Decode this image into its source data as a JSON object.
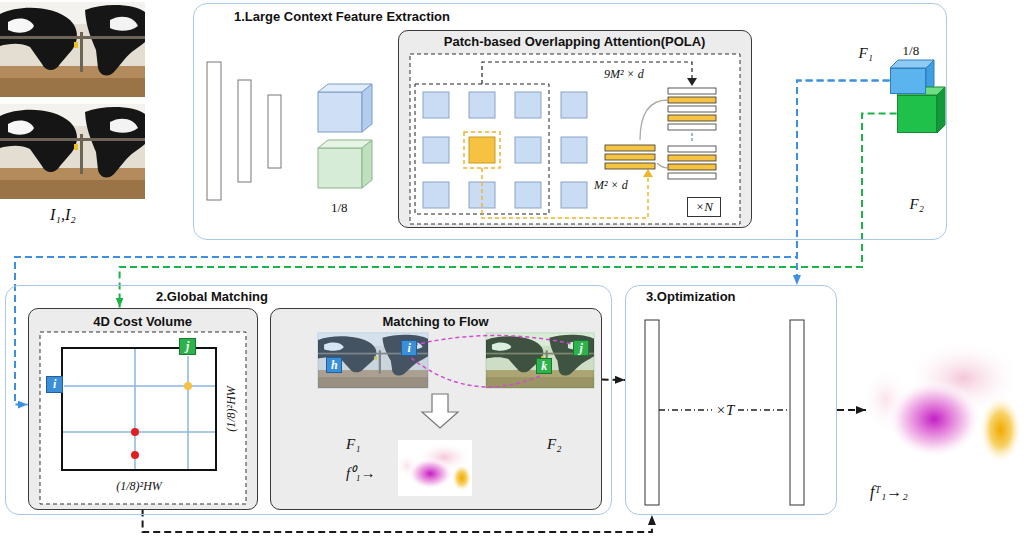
{
  "diagram": {
    "nodes": [
      {
        "text": [
          "1.Large Context Feature Extraction"
        ]
      },
      {
        "text": [
          "Patch-based Overlapping Attention(POLA)"
        ],
        "in": 0
      },
      {
        "text": [
          "×N"
        ],
        "in": 1
      },
      {
        "text": [
          "F₁",
          "1/8"
        ],
        "in": 0
      },
      {
        "text": [
          "F₂"
        ],
        "in": 0
      },
      {
        "text": [
          "2.Global Matching"
        ]
      },
      {
        "text": [
          "4D Cost Volume"
        ],
        "in": 5
      },
      {
        "text": [
          "i"
        ],
        "in": 6
      },
      {
        "text": [
          "j"
        ],
        "in": 6
      },
      {
        "text": [
          "Matching to Flow"
        ],
        "in": 5
      },
      {
        "text": [
          "h"
        ],
        "in": 9
      },
      {
        "text": [
          "i"
        ],
        "in": 9
      },
      {
        "text": [
          "k"
        ],
        "in": 9
      },
      {
        "text": [
          "j"
        ],
        "in": 9
      },
      {
        "text": [
          "3.Optimization"
        ]
      },
      {
        "text": [
          "fᵀ₁→₂"
        ]
      }
    ],
    "edges": [
      {
        "from": 3,
        "to": 6,
        "arrow": "to"
      },
      {
        "from": 4,
        "to": 6,
        "arrow": "to"
      },
      {
        "from": 3,
        "to": 14,
        "arrow": "to"
      },
      {
        "from": 9,
        "to": 14,
        "arrow": "to"
      },
      {
        "from": 6,
        "to": 14,
        "arrow": "to"
      },
      {
        "from": 14,
        "to": 15,
        "arrow": "to"
      }
    ],
    "labels": [
      "I₁,I₂",
      "1/8",
      "9M² × d",
      "M² × d",
      "(1/8)²HW",
      "(1/8)²HW",
      "F₁",
      "F₂",
      "f⁰₁→",
      "×T"
    ]
  }
}
